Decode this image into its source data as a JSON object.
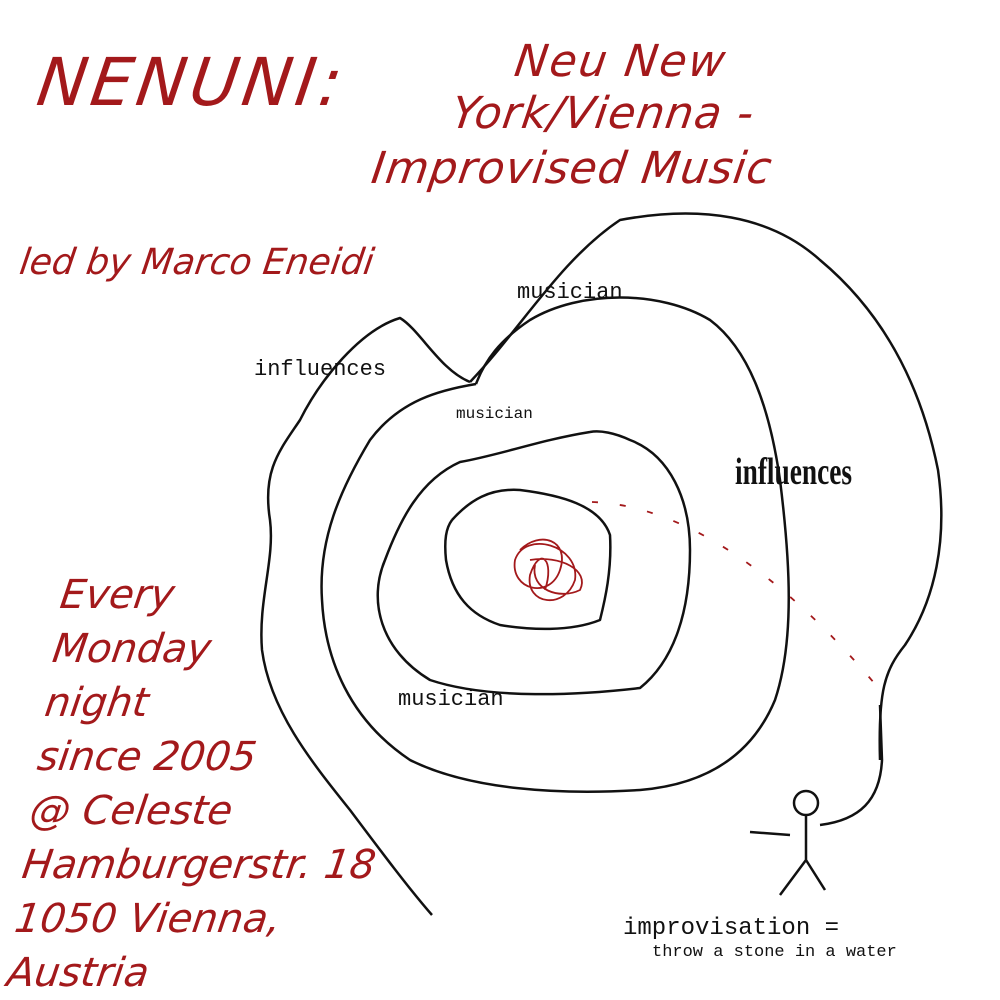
{
  "title": {
    "main": "NENUNI:",
    "line1": "Neu New",
    "line2": "York/Vienna -",
    "line3": "Improvised Music"
  },
  "leader": "led by Marco Eneidi",
  "details": [
    "Every",
    "Monday",
    "night",
    "since 2005",
    "@ Celeste",
    "Hamburgerstr. 18",
    "1050 Vienna,",
    "Austria"
  ],
  "diagram_labels": {
    "musician_top": "musician",
    "influences_left": "influences",
    "musician_inner": "musician",
    "influences_right": "influences",
    "musician_bottom": "musician"
  },
  "caption": {
    "line1": "improvisation =",
    "line2": "throw a stone in a water"
  },
  "colors": {
    "accent": "#a3191b",
    "ink": "#111111"
  }
}
